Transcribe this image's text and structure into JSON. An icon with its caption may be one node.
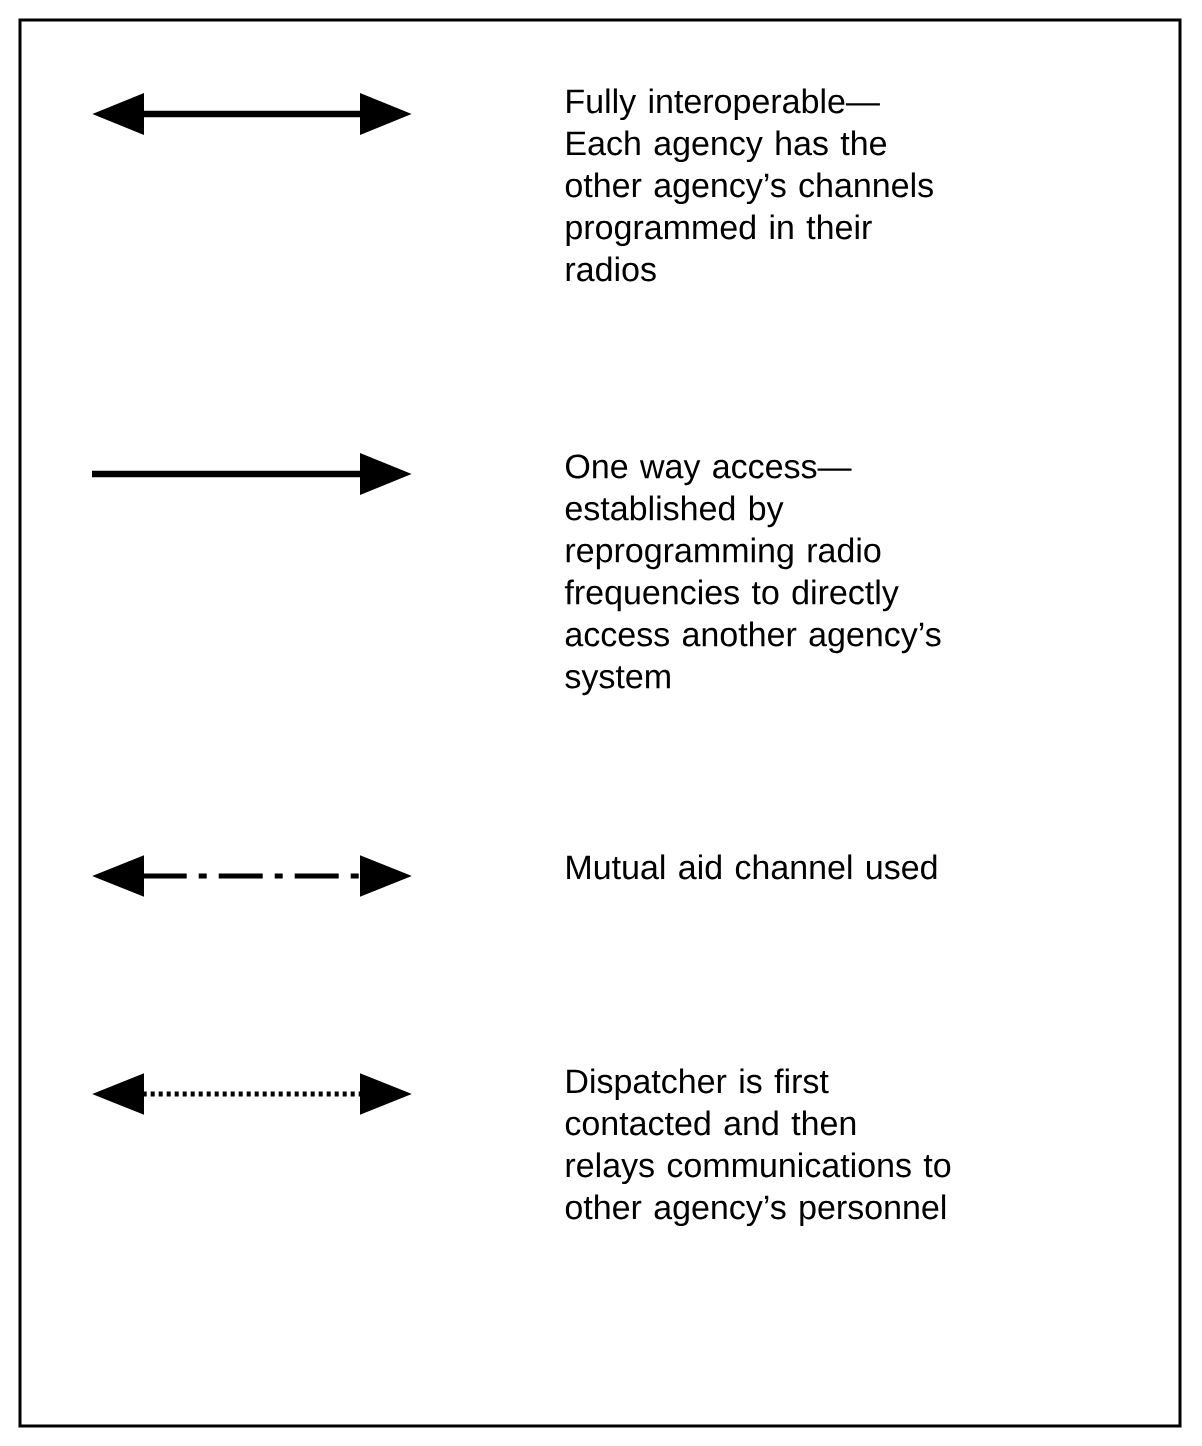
{
  "diagram": {
    "legend": [
      {
        "text": "Fully interoperable—Each agency has the other agency’s channels programmed in their radios"
      },
      {
        "text": "One way access—established by reprogramming radio frequencies to directly access another agency’s system"
      },
      {
        "text": "Mutual aid channel used"
      },
      {
        "text": "Dispatcher is first contacted and then relays communications to other agency’s personnel"
      }
    ]
  }
}
